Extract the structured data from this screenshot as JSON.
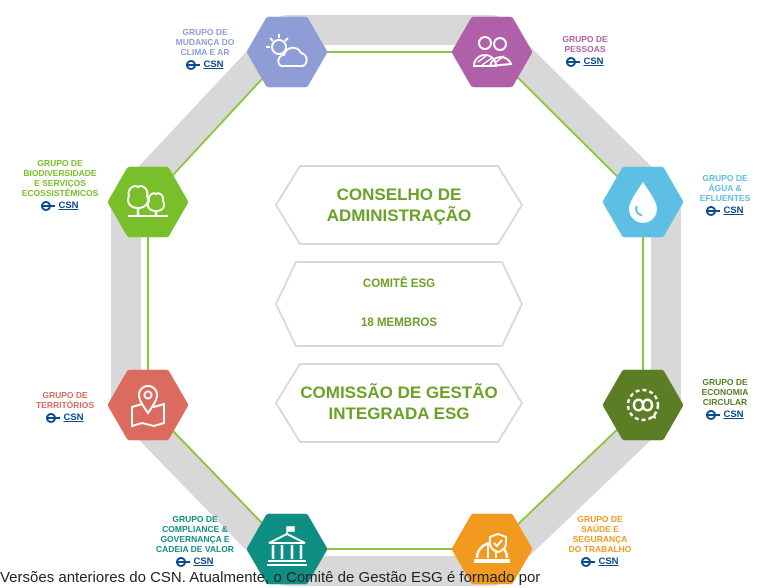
{
  "center": {
    "council": "CONSELHO DE\nADMINISTRAÇÃO",
    "committee": "COMITÊ ESG",
    "members": "18 MEMBROS",
    "commission": "COMISSÃO DE GESTÃO\nINTEGRADA ESG"
  },
  "brand": "CSN",
  "groups": [
    {
      "id": "clima",
      "label": "GRUPO DE\nMUDANÇA DO\nCLIMA E AR",
      "color": "#8f9dd6",
      "icon": "cloud-sun-icon"
    },
    {
      "id": "pessoas",
      "label": "GRUPO DE\nPESSOAS",
      "color": "#b060a8",
      "icon": "people-icon"
    },
    {
      "id": "agua",
      "label": "GRUPO DE\nÁGUA &\nEFLUENTES",
      "color": "#5dbfe4",
      "icon": "water-drop-icon"
    },
    {
      "id": "economia",
      "label": "GRUPO DE\nECONOMIA\nCIRCULAR",
      "color": "#5a7d25",
      "icon": "circular-economy-icon"
    },
    {
      "id": "saude",
      "label": "GRUPO DE\nSAÚDE E\nSEGURANÇA\nDO TRABALHO",
      "color": "#f29a1f",
      "icon": "safety-helmet-icon"
    },
    {
      "id": "compliance",
      "label": "GRUPO DE\nCOMPLIANCE &\nGOVERNANÇA E\nCADEIA DE VALOR",
      "color": "#0f8f83",
      "icon": "building-icon"
    },
    {
      "id": "territorios",
      "label": "GRUPO DE\nTERRITÓRIOS",
      "color": "#db6b5e",
      "icon": "map-pin-icon"
    },
    {
      "id": "biodiversidade",
      "label": "GRUPO DE\nBIODIVERSIDADE\nE SERVIÇOS\nECOSSISTÊMICOS",
      "color": "#79bf2b",
      "icon": "trees-icon"
    }
  ],
  "caption": "Versões anteriores do CSN. Atualmente, o Comitê de Gestão ESG é formado por",
  "colors": {
    "accent": "#6aa126",
    "connector": "#8cc63f",
    "band": "#d8d8d8",
    "brand": "#0a4a8c"
  }
}
